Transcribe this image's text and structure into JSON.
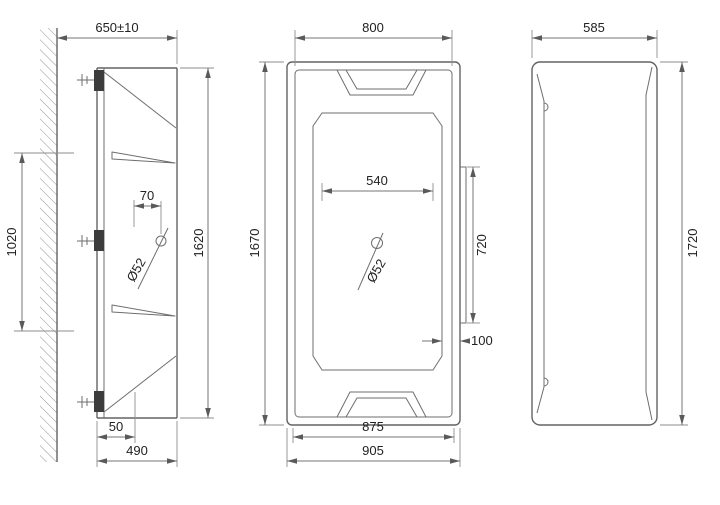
{
  "side_view": {
    "top_width": "650±10",
    "mount_span": "1020",
    "height": "1620",
    "drain_offset": "70",
    "drain_diameter": "Ø52",
    "base_offset": "50",
    "base_depth": "490"
  },
  "plan_view": {
    "top_width": "800",
    "length": "1670",
    "inner_width": "540",
    "inner_length": "720",
    "drain_diameter": "Ø52",
    "edge_offset": "100",
    "base_width": "875",
    "overall_width": "905"
  },
  "end_view": {
    "width": "585",
    "height": "1720"
  }
}
